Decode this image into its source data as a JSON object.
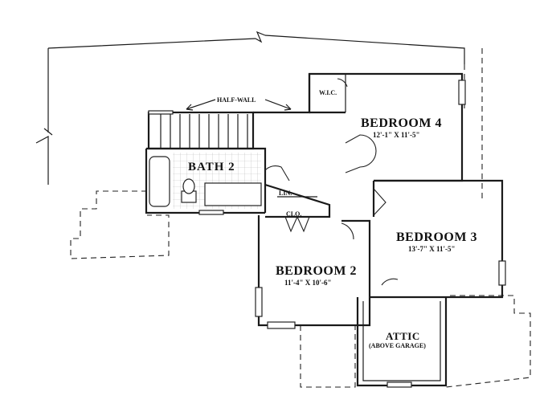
{
  "plan": {
    "half_wall_label": "HALF-WALL",
    "rooms": {
      "bedroom4": {
        "name": "BEDROOM 4",
        "dims": "12'-1\" X 11'-5\""
      },
      "bedroom3": {
        "name": "BEDROOM 3",
        "dims": "13'-7\" X 11'-5\""
      },
      "bedroom2": {
        "name": "BEDROOM 2",
        "dims": "11'-4\" X 10'-6\""
      },
      "bath2": {
        "name": "BATH 2"
      },
      "wic": {
        "name": "W.I.C."
      },
      "lin": {
        "name": "LIN."
      },
      "clo": {
        "name": "CLO."
      },
      "attic": {
        "name": "ATTIC",
        "note": "(ABOVE GARAGE)"
      }
    }
  }
}
